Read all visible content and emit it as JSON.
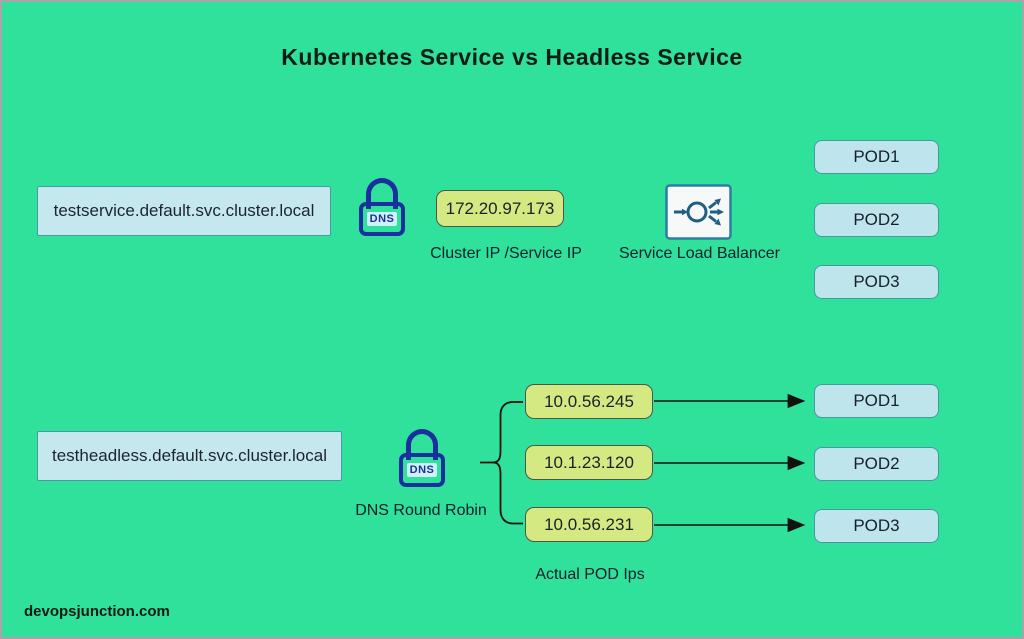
{
  "title": "Kubernetes Service vs Headless Service",
  "watermark": "devopsjunction.com",
  "colors": {
    "background": "#30e19b",
    "blue_box_fill": "#c5e8ee",
    "blue_box_border": "#4898a6",
    "yellow_box_fill": "#d5e983",
    "yellow_box_border": "#52544a",
    "lock_navy": "#1c2f9e",
    "lb_border": "#2c7ea6",
    "lb_glyph": "#1e5f83",
    "line_color": "#111111"
  },
  "cluster_service": {
    "dns_name": "testservice.default.svc.cluster.local",
    "dns_icon_label": "DNS",
    "cluster_ip": "172.20.97.173",
    "cluster_ip_caption": "Cluster IP /Service IP",
    "load_balancer_caption": "Service Load Balancer",
    "pods": [
      "POD1",
      "POD2",
      "POD3"
    ]
  },
  "headless_service": {
    "dns_name": "testheadless.default.svc.cluster.local",
    "dns_icon_label": "DNS",
    "dns_caption": "DNS Round Robin",
    "pod_ips": [
      "10.0.56.245",
      "10.1.23.120",
      "10.0.56.231"
    ],
    "pod_ips_caption": "Actual POD Ips",
    "pods": [
      "POD1",
      "POD2",
      "POD3"
    ]
  }
}
